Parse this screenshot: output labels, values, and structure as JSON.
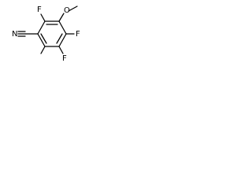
{
  "molecule": {
    "atom_labels": {
      "nitrile_n": "N",
      "fluoro_top": "F",
      "methoxy_o": "O",
      "fluoro_right_upper": "F",
      "fluoro_right_lower": "F"
    }
  }
}
